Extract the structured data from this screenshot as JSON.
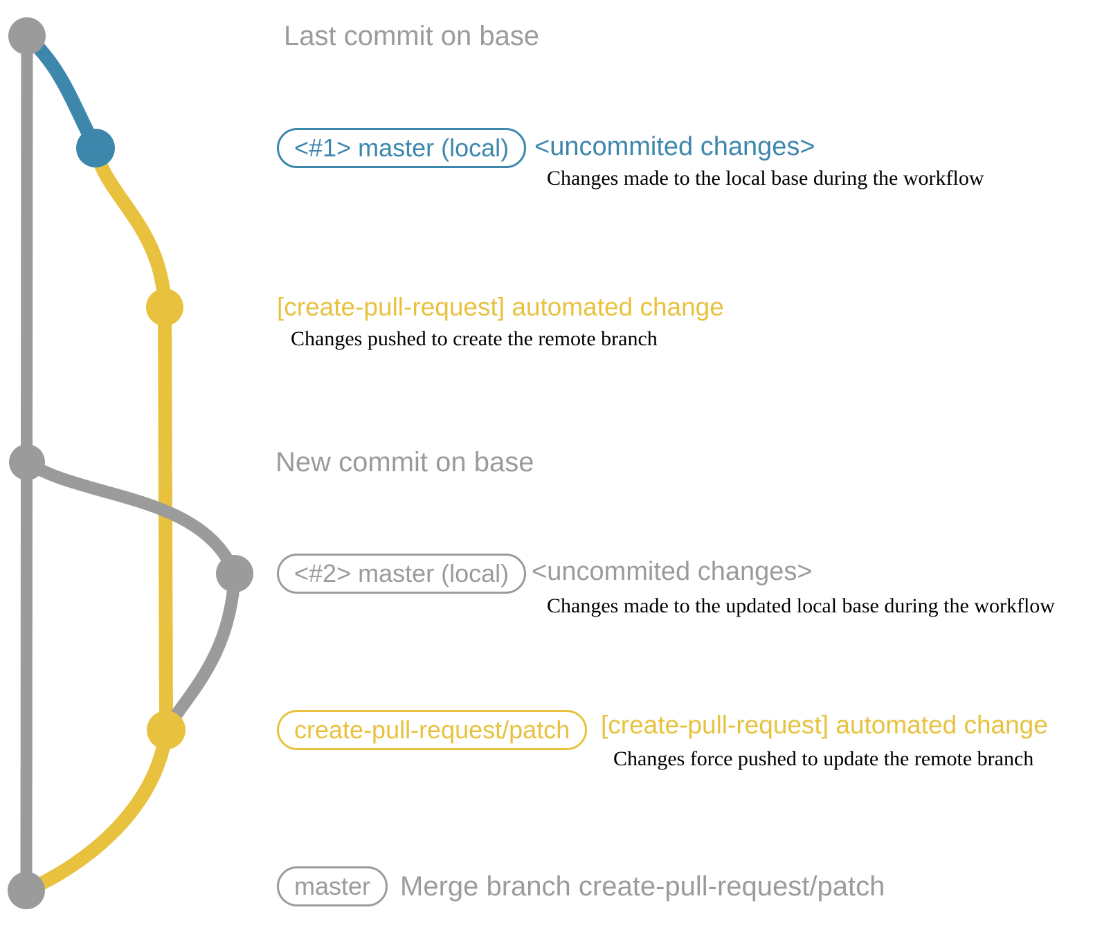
{
  "title": "Git branch workflow diagram",
  "colors": {
    "blue": "#3d87ad",
    "yellow": "#e8c23e",
    "gray": "#9b9b9b",
    "note_text": "#000000"
  },
  "sections": {
    "base_commit_1": {
      "label": "Last commit on base"
    },
    "local_commit_1": {
      "badge": "<#1> master (local)",
      "message": "<uncommited changes>",
      "note": "Changes made to the local base during the workflow"
    },
    "remote_push_1": {
      "message": "[create-pull-request] automated change",
      "note": "Changes pushed to create the remote branch"
    },
    "base_commit_2": {
      "label": "New commit on base"
    },
    "local_commit_2": {
      "badge": "<#2> master (local)",
      "message": "<uncommited changes>",
      "note": "Changes made to the updated local base during the workflow"
    },
    "remote_push_2": {
      "badge": "create-pull-request/patch",
      "message": "[create-pull-request] automated change",
      "note": "Changes force pushed to update the remote branch"
    },
    "merge_commit": {
      "badge": "master",
      "label": "Merge branch create-pull-request/patch"
    }
  }
}
